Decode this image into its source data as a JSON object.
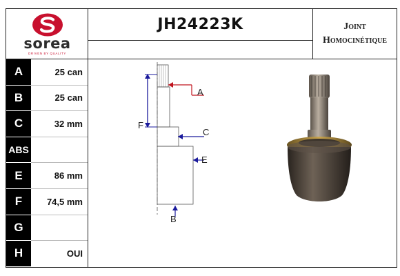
{
  "brand": {
    "name": "sorea",
    "tagline": "DRIVEN BY QUALITY",
    "color": "#c8102e"
  },
  "product": {
    "part_number": "JH24223K",
    "description_line1": "Joint",
    "description_line2": "Homocinétique"
  },
  "specs": [
    {
      "letter": "A",
      "value": "25 can"
    },
    {
      "letter": "B",
      "value": "25 can"
    },
    {
      "letter": "C",
      "value": "32 mm"
    },
    {
      "letter": "ABS",
      "value": ""
    },
    {
      "letter": "E",
      "value": "86 mm"
    },
    {
      "letter": "F",
      "value": "74,5 mm"
    },
    {
      "letter": "G",
      "value": ""
    },
    {
      "letter": "H",
      "value": "OUI"
    }
  ],
  "diagram": {
    "labels": {
      "a": "A",
      "b": "B",
      "c": "C",
      "e": "E",
      "f": "F"
    },
    "colors": {
      "dimension_arrow": "#1a1a9c",
      "spline_pointer": "#c0141e"
    }
  }
}
